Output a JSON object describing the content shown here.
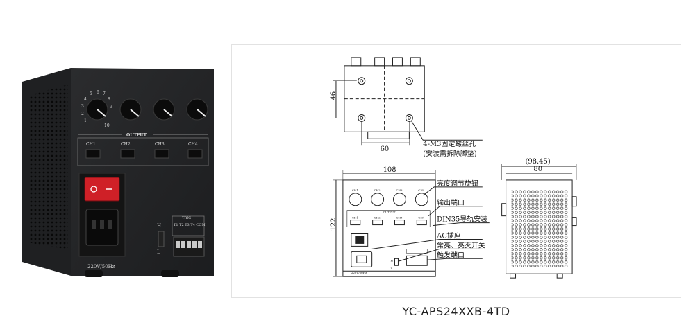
{
  "product_photo": {
    "channels": [
      "CH1",
      "CH2",
      "CH3",
      "CH4"
    ],
    "output_label": "OUTPUT",
    "dial_scale": [
      "1",
      "2",
      "3",
      "4",
      "5",
      "6",
      "7",
      "8",
      "9",
      "10"
    ],
    "trig_label": "TRIG",
    "trig_terminals": "T1 T2 T3 T4 COM",
    "switch_high": "H",
    "switch_low": "L",
    "power_rating": "220V/50Hz"
  },
  "top_view": {
    "dim_height": "46",
    "dim_width": "60",
    "hole_note_line1": "4-M3固定螺丝孔",
    "hole_note_line2": "(安装需拆除脚垫)"
  },
  "front_view": {
    "dim_width": "108",
    "dim_height": "122",
    "channels": [
      "CH1",
      "CH2",
      "CH3",
      "CH4"
    ],
    "output_label": "OUTPUT",
    "power_rating": "220V/50Hz",
    "switch_high": "H",
    "switch_low": "L"
  },
  "callouts": {
    "knob": "亮度调节旋钮",
    "output_port": "输出端口",
    "din_rail": "DIN35导轨安装",
    "ac_socket": "AC插座",
    "switch": "常亮、亮灭开关",
    "trigger": "触发端口"
  },
  "side_view": {
    "dim_overall": "(98.45)",
    "dim_body": "80"
  },
  "caption": "YC-APS24XXB-4TD"
}
